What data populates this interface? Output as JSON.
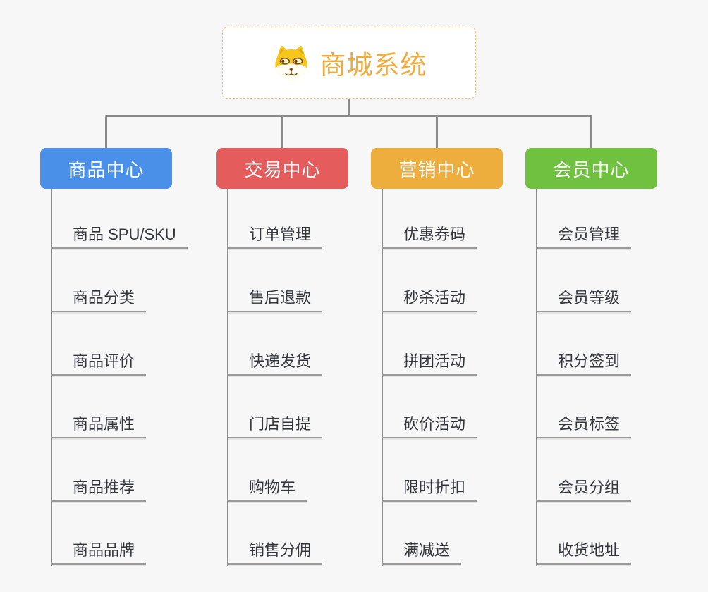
{
  "page": {
    "background_color": "#f7f7f7",
    "connector_color": "#8a8a8a"
  },
  "root": {
    "title": "商城系统",
    "title_color": "#f0ab3f",
    "border_color": "#f2c179",
    "icon": "shiba-dog-icon"
  },
  "branches": [
    {
      "label": "商品中心",
      "color": "#4a90e8",
      "items": [
        "商品 SPU/SKU",
        "商品分类",
        "商品评价",
        "商品属性",
        "商品推荐",
        "商品品牌"
      ]
    },
    {
      "label": "交易中心",
      "color": "#e45c5c",
      "items": [
        "订单管理",
        "售后退款",
        "快递发货",
        "门店自提",
        "购物车",
        "销售分佣"
      ]
    },
    {
      "label": "营销中心",
      "color": "#eeae3e",
      "items": [
        "优惠券码",
        "秒杀活动",
        "拼团活动",
        "砍价活动",
        "限时折扣",
        "满减送"
      ]
    },
    {
      "label": "会员中心",
      "color": "#6fc13f",
      "items": [
        "会员管理",
        "会员等级",
        "积分签到",
        "会员标签",
        "会员分组",
        "收货地址"
      ]
    }
  ]
}
